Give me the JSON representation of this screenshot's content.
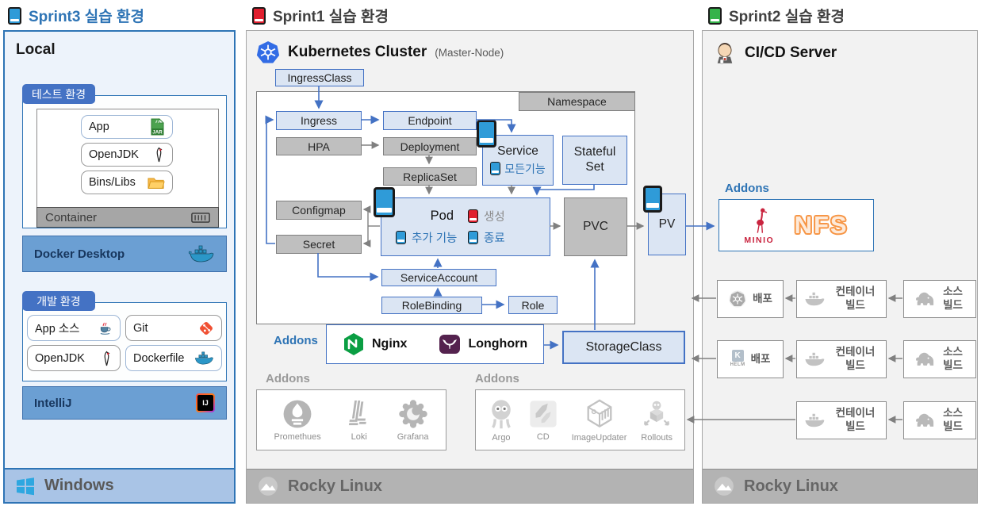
{
  "colors": {
    "accent_blue": "#4472c4",
    "panel_border_blue": "#2e74b5",
    "node_fill_blue": "#dbe5f3",
    "node_fill_gray": "#bfbfbf",
    "bar_blue": "#6b9fd3",
    "windows_bar_blue": "#a9c4e6",
    "rocky_bar_gray": "#b3b3b3",
    "book_blue": "#2f9bd8",
    "book_red": "#e01f2f",
    "book_green": "#35b34a",
    "nginx_green": "#009639",
    "longhorn_purple": "#54224e",
    "minio_red": "#c9243f",
    "nfs_orange": "#f79646"
  },
  "left": {
    "header": {
      "label": "Sprint3 실습 환경",
      "book_icon": "blue-book-icon"
    },
    "local_title": "Local",
    "test_env": {
      "badge": "테스트 환경",
      "items": [
        {
          "label": "App",
          "icon": "jar-file-icon"
        },
        {
          "label": "OpenJDK",
          "icon": "java-duke-icon"
        },
        {
          "label": "Bins/Libs",
          "icon": "folder-icon"
        }
      ],
      "container_label": "Container",
      "container_icon": "container-icon"
    },
    "docker_bar_label": "Docker Desktop",
    "dev_env": {
      "badge": "개발 환경",
      "items": [
        {
          "label": "App 소스",
          "icon": "java-cup-icon"
        },
        {
          "label": "Git",
          "icon": "git-icon"
        },
        {
          "label": "OpenJDK",
          "icon": "java-duke-icon"
        },
        {
          "label": "Dockerfile",
          "icon": "docker-icon"
        }
      ]
    },
    "intellij_label": "IntelliJ",
    "os_label": "Windows"
  },
  "middle": {
    "header": {
      "label": "Sprint1 실습 환경",
      "book_icon": "red-book-icon"
    },
    "cluster": {
      "title": "Kubernetes Cluster",
      "subtitle": "(Master-Node)",
      "icon": "kubernetes-icon"
    },
    "nodes": {
      "ingressclass": "IngressClass",
      "namespace": "Namespace",
      "ingress": "Ingress",
      "endpoint": "Endpoint",
      "hpa": "HPA",
      "deployment": "Deployment",
      "replicaset": "ReplicaSet",
      "service": {
        "label": "Service",
        "note": "모든기능"
      },
      "statefulset": "Stateful Set",
      "configmap": "Configmap",
      "secret": "Secret",
      "pod": {
        "label": "Pod",
        "note_add": "추가 기능",
        "note_create": "생성",
        "note_stop": "종료"
      },
      "pvc": "PVC",
      "pv": "PV",
      "serviceaccount": "ServiceAccount",
      "rolebinding": "RoleBinding",
      "role": "Role",
      "storageclass": "StorageClass"
    },
    "addons_core": {
      "label": "Addons",
      "items": [
        {
          "label": "Nginx",
          "icon": "nginx-icon"
        },
        {
          "label": "Longhorn",
          "icon": "longhorn-icon"
        }
      ]
    },
    "addons_monitoring": {
      "label": "Addons",
      "items": [
        {
          "label": "Promethues",
          "icon": "prometheus-icon"
        },
        {
          "label": "Loki",
          "icon": "loki-icon"
        },
        {
          "label": "Grafana",
          "icon": "grafana-icon"
        }
      ]
    },
    "addons_argocd": {
      "label": "Addons",
      "items": [
        {
          "label": "Argo",
          "icon": "argo-icon"
        },
        {
          "label": "CD",
          "icon": "argo-cd-icon"
        },
        {
          "label": "ImageUpdater",
          "icon": "image-updater-icon"
        },
        {
          "label": "Rollouts",
          "icon": "rollouts-icon"
        }
      ]
    },
    "os_label": "Rocky Linux"
  },
  "right": {
    "header": {
      "label": "Sprint2 실습 환경",
      "book_icon": "green-book-icon"
    },
    "title": "CI/CD Server",
    "title_icon": "jenkins-icon",
    "addons": {
      "label": "Addons",
      "minio_label": "MINIO",
      "nfs_label": "NFS"
    },
    "pipeline": {
      "deploy": "배포",
      "container_build": "컨테이너 빌드",
      "source_build": "소스 빌드",
      "rows": [
        {
          "deploy_icon": "kubernetes-icon"
        },
        {
          "deploy_icon": "helm-kustomize-icon"
        },
        {
          "deploy_icon": ""
        }
      ]
    },
    "os_label": "Rocky Linux"
  }
}
